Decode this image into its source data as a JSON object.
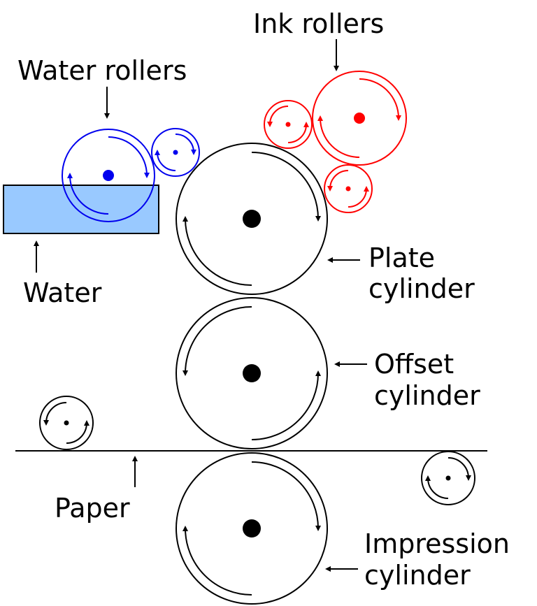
{
  "labels": {
    "ink_rollers": "Ink rollers",
    "water_rollers": "Water rollers",
    "water": "Water",
    "plate_line1": "Plate",
    "plate_line2": "cylinder",
    "offset_line1": "Offset",
    "offset_line2": "cylinder",
    "paper": "Paper",
    "impression_line1": "Impression",
    "impression_line2": "cylinder"
  },
  "colors": {
    "ink": "#ff0000",
    "water_rollers": "#0000ee",
    "water_fill": "#99c9ff",
    "outline": "#000000"
  }
}
